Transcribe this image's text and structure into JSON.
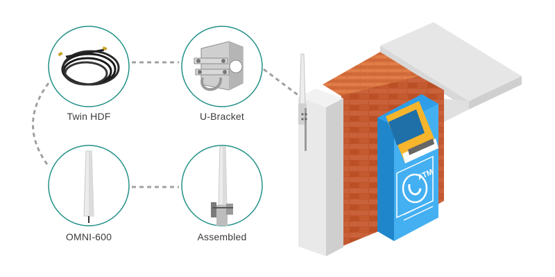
{
  "components": [
    {
      "label": "Twin HDF",
      "icon": "cable-coil-icon"
    },
    {
      "label": "U-Bracket",
      "icon": "u-bracket-icon"
    },
    {
      "label": "OMNI-600",
      "icon": "omni-antenna-icon"
    },
    {
      "label": "Assembled",
      "icon": "assembled-antenna-icon"
    }
  ],
  "atm": {
    "label": "ATM"
  },
  "colors": {
    "circle_stroke": "#1f8f86",
    "connector": "#a0a0a0",
    "brick": "#c0532a",
    "atm_body": "#2e9ee8",
    "atm_panel": "#f7b52c",
    "wall": "#e6e6e6"
  }
}
